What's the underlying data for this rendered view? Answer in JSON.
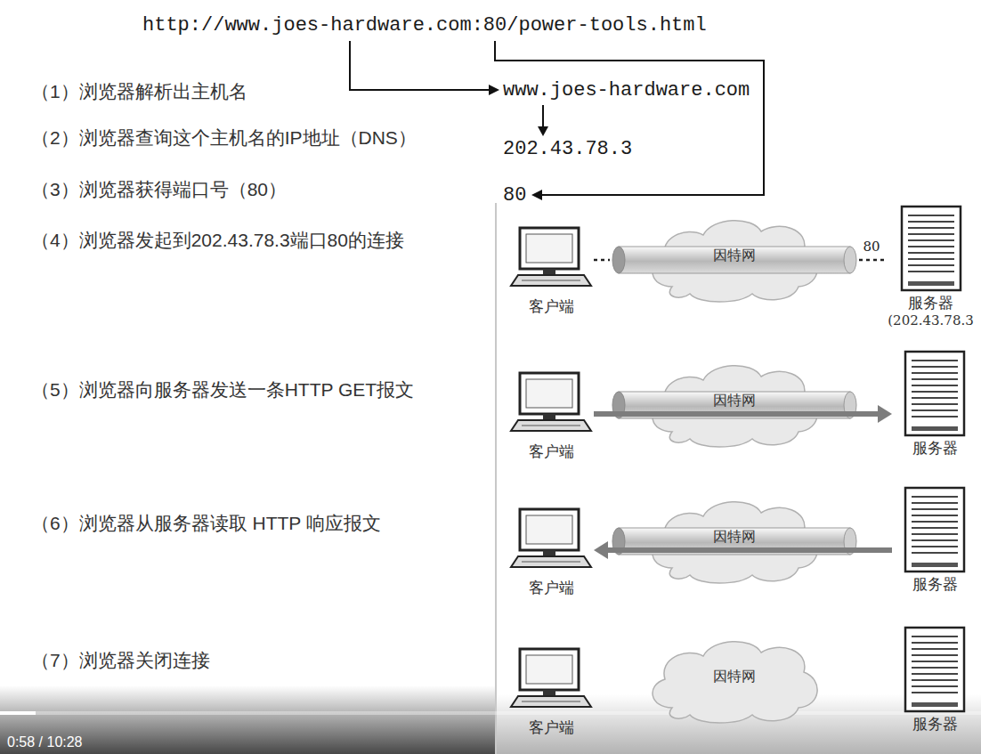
{
  "diagram": {
    "nodes": [
      {
        "text": [
          "客户端"
        ]
      },
      {
        "text": [
          "因特网"
        ]
      },
      {
        "text": [
          "服务器",
          "(202.43.78.3"
        ]
      },
      {
        "text": [
          "客户端"
        ]
      },
      {
        "text": [
          "因特网"
        ]
      },
      {
        "text": [
          "服务器"
        ]
      },
      {
        "text": [
          "客户端"
        ]
      },
      {
        "text": [
          "因特网"
        ]
      },
      {
        "text": [
          "服务器"
        ]
      },
      {
        "text": [
          "客户端"
        ]
      },
      {
        "text": [
          "因特网"
        ]
      },
      {
        "text": [
          "服务器"
        ]
      }
    ],
    "edges": [
      {
        "from": 0,
        "to": 1,
        "arrow": "none"
      },
      {
        "from": 1,
        "to": 2,
        "arrow": "none",
        "label": "80"
      },
      {
        "from": 3,
        "to": 5,
        "arrow": "to"
      },
      {
        "from": 8,
        "to": 6,
        "arrow": "to"
      }
    ],
    "labels": [
      "http://www.joes-hardware.com:80/power-tools.html",
      "www.joes-hardware.com",
      "202.43.78.3",
      "80",
      "（1）浏览器解析出主机名",
      "（2）浏览器查询这个主机名的IP地址（DNS）",
      "（3）浏览器获得端口号（80）",
      "（4）浏览器发起到202.43.78.3端口80的连接",
      "（5）浏览器向服务器发送一条HTTP GET报文",
      "（6）浏览器从服务器读取 HTTP 响应报文",
      "（7）浏览器关闭连接",
      "0:58 / 10:28"
    ]
  }
}
